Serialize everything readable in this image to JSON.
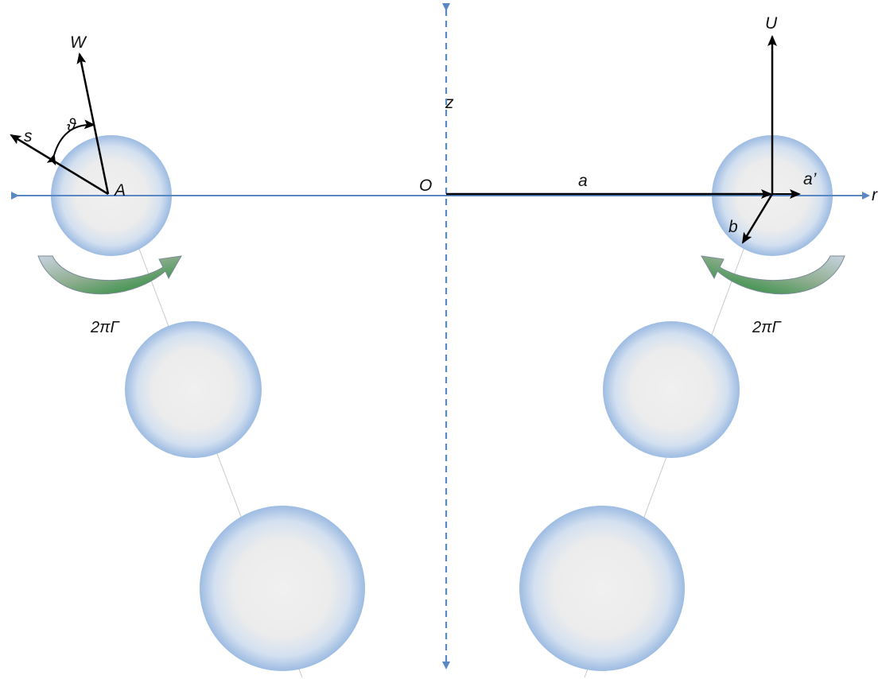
{
  "colors": {
    "axis": "#5a88c4",
    "vector": "#000000",
    "ring_fill_center": "#efefef",
    "ring_fill_edge": "#9fbde3",
    "rotation_arrow": "#1d8a2c"
  },
  "labels": {
    "z_axis": "z",
    "r_axis": "r",
    "origin": "O",
    "point_a": "A",
    "radius_a": "a",
    "a_prime": "a’",
    "b": "b",
    "velocity_u": "U",
    "velocity_w": "W",
    "s": "s",
    "theta": "ϑ",
    "circulation_left": "2πΓ",
    "circulation_right": "2πΓ"
  }
}
